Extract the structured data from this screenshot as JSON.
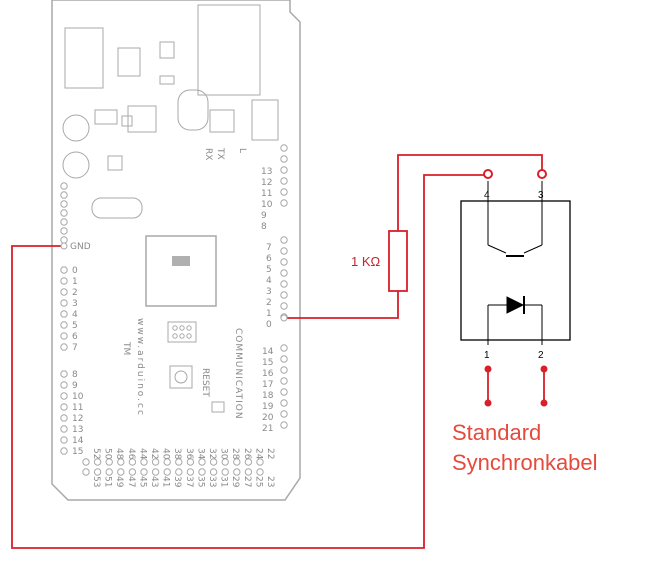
{
  "board": {
    "url_text": "www.arduino.cc",
    "comm_text": "COMMUNICATION",
    "gnd_label": "GND",
    "tx_label": "TX",
    "rx_label": "RX",
    "l_label": "L",
    "reset_label": "RESET",
    "tm_label": "TM",
    "left_pins": [
      "0",
      "1",
      "2",
      "3",
      "4",
      "5",
      "6",
      "7"
    ],
    "left_pins2": [
      "8",
      "9",
      "10",
      "11",
      "12",
      "13",
      "14",
      "15"
    ],
    "right_pins_top": [
      "13",
      "12",
      "11",
      "10",
      "9",
      "8"
    ],
    "right_pins_mid": [
      "7",
      "6",
      "5",
      "4",
      "3",
      "2",
      "1",
      "0"
    ],
    "right_pins_comm": [
      "14",
      "15",
      "16",
      "17",
      "18",
      "19",
      "20",
      "21"
    ],
    "bottom_pins_top": [
      "52",
      "50",
      "48",
      "46",
      "44",
      "42",
      "40",
      "38",
      "36",
      "34",
      "32",
      "30",
      "28",
      "26",
      "24",
      "22"
    ],
    "bottom_pins_bot": [
      "53",
      "51",
      "49",
      "47",
      "45",
      "43",
      "41",
      "39",
      "37",
      "35",
      "33",
      "31",
      "29",
      "27",
      "25",
      "23"
    ]
  },
  "resistor": {
    "label": "1 KΩ"
  },
  "optocoupler": {
    "pin1": "1",
    "pin2": "2",
    "pin3": "3",
    "pin4": "4"
  },
  "cable": {
    "line1": "Standard",
    "line2": "Synchronkabel"
  },
  "colors": {
    "wire": "#d91f2a",
    "text_red": "#e64a3c",
    "board": "#9a9a9a"
  }
}
